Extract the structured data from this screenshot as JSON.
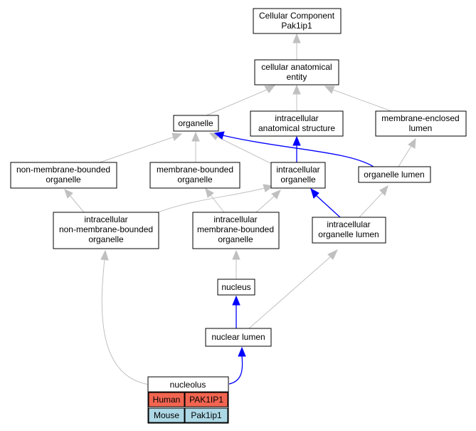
{
  "nodes": {
    "cc_root": [
      "Cellular Component",
      "Pak1ip1"
    ],
    "cae": [
      "cellular anatomical",
      "entity"
    ],
    "organelle": [
      "organelle"
    ],
    "ias": [
      "intracellular",
      "anatomical structure"
    ],
    "mel": [
      "membrane-enclosed",
      "lumen"
    ],
    "nmbo": [
      "non-membrane-bounded",
      "organelle"
    ],
    "mbo": [
      "membrane-bounded",
      "organelle"
    ],
    "io": [
      "intracellular",
      "organelle"
    ],
    "ol": [
      "organelle lumen"
    ],
    "inmbo": [
      "intracellular",
      "non-membrane-bounded",
      "organelle"
    ],
    "imbo": [
      "intracellular",
      "membrane-bounded",
      "organelle"
    ],
    "iol": [
      "intracellular",
      "organelle lumen"
    ],
    "nucleus": [
      "nucleus"
    ],
    "nl": [
      "nuclear lumen"
    ],
    "nucleolus": [
      "nucleolus"
    ]
  },
  "annotations": [
    {
      "species": "Human",
      "gene": "PAK1IP1",
      "color": "#f26551"
    },
    {
      "species": "Mouse",
      "gene": "Pak1ip1",
      "color": "#add8e6"
    }
  ],
  "edge_colors": {
    "is_a": "#c0c0c0",
    "part_of": "#0000ff"
  }
}
